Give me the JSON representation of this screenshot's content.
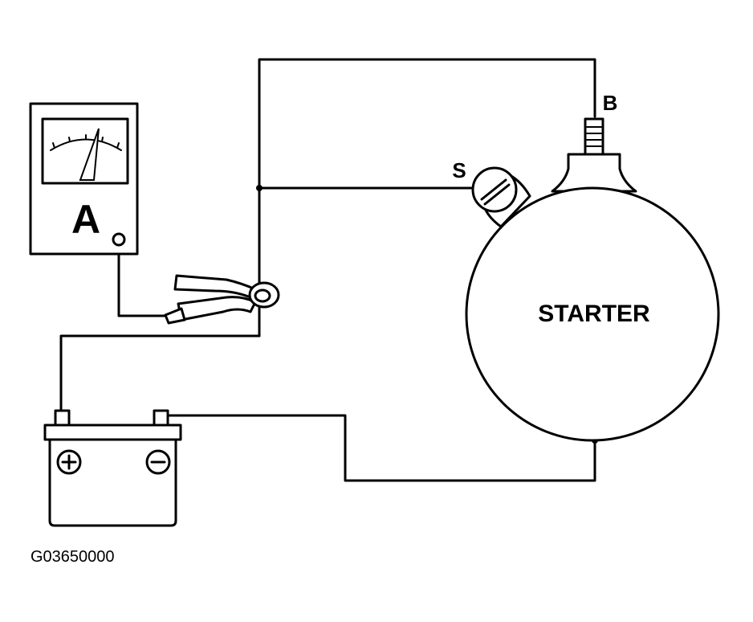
{
  "diagram": {
    "ammeter_label": "A",
    "starter_label": "STARTER",
    "terminal_s_label": "S",
    "terminal_b_label": "B",
    "figure_id": "G03650000"
  }
}
